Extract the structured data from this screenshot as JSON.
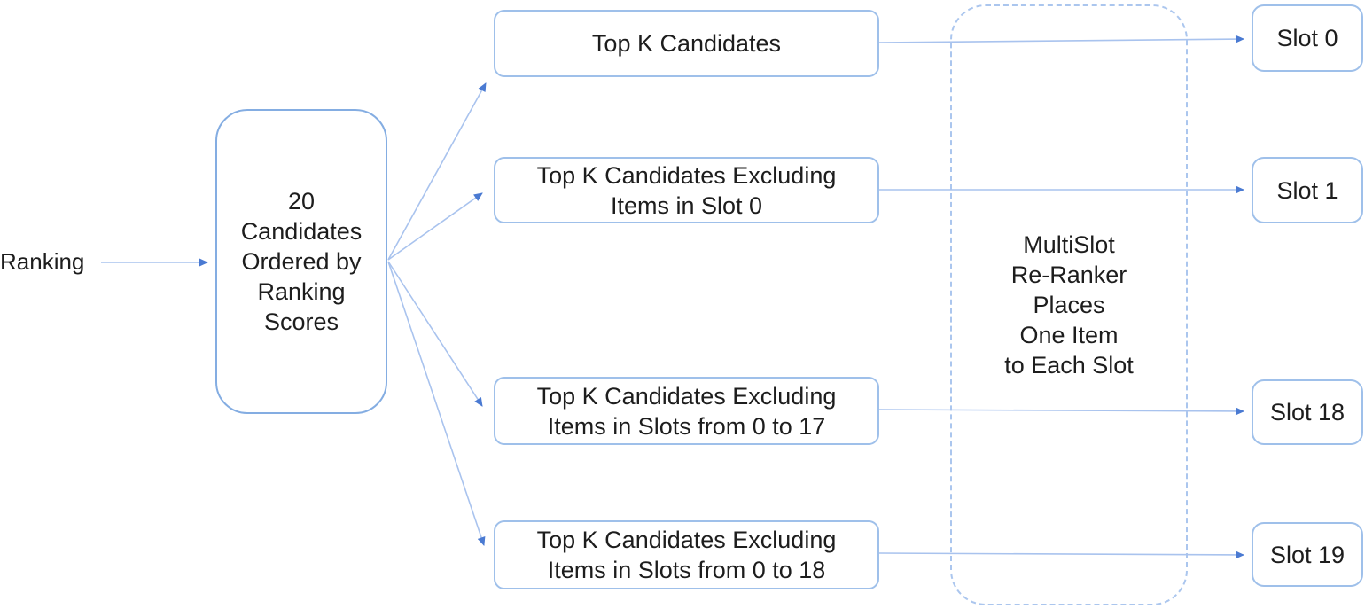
{
  "colors": {
    "box_border": "#9fc0ea",
    "center_box_border": "#84ade2",
    "dashed_border": "#abc6ee",
    "arrow_line": "#a9c3ee",
    "arrow_head": "#4a7ad2",
    "text": "#1d1d1d",
    "background": "#ffffff"
  },
  "diagram": {
    "input_label": "Ranking",
    "pool_box": {
      "label": "20\nCandidates\nOrdered by\nRanking\nScores"
    },
    "candidate_boxes": [
      {
        "label": "Top K Candidates"
      },
      {
        "label": "Top K Candidates Excluding\nItems in Slot 0"
      },
      {
        "label": "Top K Candidates Excluding\nItems in Slots from 0 to 17"
      },
      {
        "label": "Top K Candidates Excluding\nItems in Slots from 0 to 18"
      }
    ],
    "reranker_box": {
      "label": "MultiSlot\nRe-Ranker\nPlaces\nOne Item\nto Each Slot"
    },
    "slot_boxes": [
      {
        "label": "Slot 0"
      },
      {
        "label": "Slot 1"
      },
      {
        "label": "Slot 18"
      },
      {
        "label": "Slot 19"
      }
    ]
  }
}
